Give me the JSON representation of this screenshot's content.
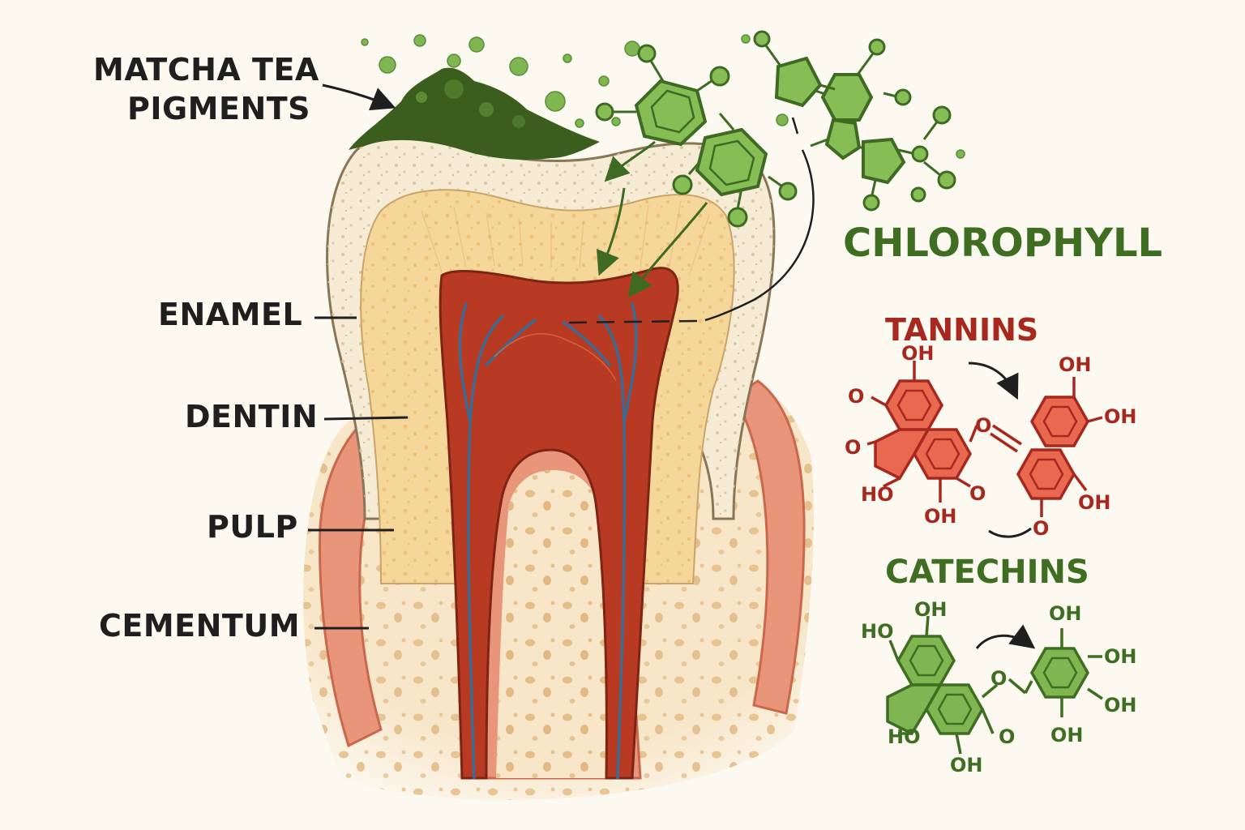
{
  "labels": {
    "matcha_line1": "MATCHA TEA",
    "matcha_line2": "PIGMENTS",
    "enamel": "ENAMEL",
    "dentin": "DENTIN",
    "pulp": "PULP",
    "cementum": "CEMENTUM",
    "chlorophyll": "CHLOROPHYLL",
    "tannins": "TANNINS",
    "catechins": "CATECHINS"
  },
  "tannin_groups": {
    "oh_top_left": "OH",
    "o_double_left": "O",
    "o_left": "O",
    "ho_bottom_left": "HO",
    "oh_bottom_left": "OH",
    "o_right_of_ring": "O",
    "o_bridge": "O",
    "oh_top_right": "OH",
    "oh_right": "OH",
    "oh_bottom_right": "OH",
    "o_bottom_right": "O"
  },
  "catechin_groups": {
    "oh_top_left": "OH",
    "ho_left": "HO",
    "ho_bottom_left": "HO",
    "oh_bottom": "OH",
    "o_ring": "O",
    "o_bridge": "O",
    "oh_top_right": "OH",
    "oh_right_top": "OH",
    "oh_right_bottom": "OH",
    "oh_bottom_right": "OH"
  },
  "colors": {
    "background": "#fcf9f1",
    "chlorophyll_green": "#3f6e22",
    "molecule_green": "#7fb651",
    "tannin_red": "#a7281f",
    "tannin_fill": "#e8694f",
    "catechin_green": "#4f8a2c",
    "matcha_dark": "#3b5e1e",
    "enamel": "#f6ecd6",
    "dentin": "#f6d79a",
    "pulp": "#b83a23",
    "gum": "#e48c6e",
    "bone": "#f7e6c8"
  }
}
